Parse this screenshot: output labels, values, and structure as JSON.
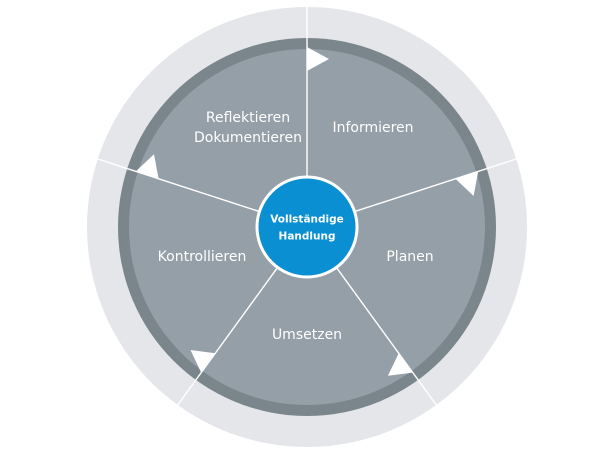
{
  "center": {
    "lines": [
      "Vollständige",
      "Handlung"
    ],
    "color": "#0a8fd2"
  },
  "segments": [
    {
      "id": "informieren",
      "lines": [
        "Informieren"
      ]
    },
    {
      "id": "planen",
      "lines": [
        "Planen"
      ]
    },
    {
      "id": "umsetzen",
      "lines": [
        "Umsetzen"
      ]
    },
    {
      "id": "kontrollieren",
      "lines": [
        "Kontrollieren"
      ]
    },
    {
      "id": "reflektieren",
      "lines": [
        "Reflektieren",
        "Dokumentieren"
      ]
    }
  ],
  "colors": {
    "outer_ring": "#e4e6e9",
    "middle_ring": "#7a858c",
    "inner_disc": "#959fa7",
    "divider": "#ffffff",
    "arrow": "#ffffff",
    "text": "#ffffff"
  }
}
